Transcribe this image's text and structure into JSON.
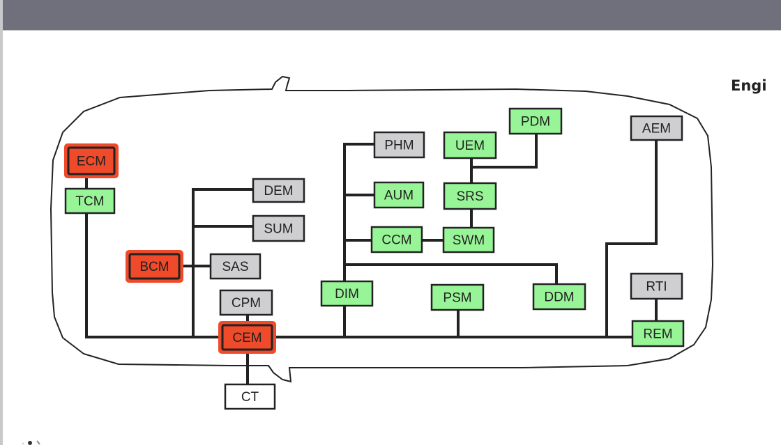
{
  "header": {
    "title": ""
  },
  "side_panel": {
    "title": "Engi"
  },
  "diagram": {
    "colors": {
      "fault": "#ef4a2a",
      "ok": "#98f597",
      "not_responding": "#cfcfd1",
      "not_installed": "#ffffff",
      "line": "#222222"
    },
    "modules": [
      {
        "id": "ECM",
        "label": "ECM",
        "status": "fault"
      },
      {
        "id": "TCM",
        "label": "TCM",
        "status": "ok"
      },
      {
        "id": "DEM",
        "label": "DEM",
        "status": "not_responding"
      },
      {
        "id": "SUM",
        "label": "SUM",
        "status": "not_responding"
      },
      {
        "id": "BCM",
        "label": "BCM",
        "status": "fault"
      },
      {
        "id": "SAS",
        "label": "SAS",
        "status": "not_responding"
      },
      {
        "id": "CPM",
        "label": "CPM",
        "status": "not_responding"
      },
      {
        "id": "CEM",
        "label": "CEM",
        "status": "fault"
      },
      {
        "id": "CT",
        "label": "CT",
        "status": "not_installed"
      },
      {
        "id": "PHM",
        "label": "PHM",
        "status": "not_responding"
      },
      {
        "id": "AUM",
        "label": "AUM",
        "status": "ok"
      },
      {
        "id": "CCM",
        "label": "CCM",
        "status": "ok"
      },
      {
        "id": "DIM",
        "label": "DIM",
        "status": "ok"
      },
      {
        "id": "UEM",
        "label": "UEM",
        "status": "ok"
      },
      {
        "id": "PDM",
        "label": "PDM",
        "status": "ok"
      },
      {
        "id": "SRS",
        "label": "SRS",
        "status": "ok"
      },
      {
        "id": "SWM",
        "label": "SWM",
        "status": "ok"
      },
      {
        "id": "PSM",
        "label": "PSM",
        "status": "ok"
      },
      {
        "id": "DDM",
        "label": "DDM",
        "status": "ok"
      },
      {
        "id": "AEM",
        "label": "AEM",
        "status": "not_responding"
      },
      {
        "id": "RTI",
        "label": "RTI",
        "status": "not_responding"
      },
      {
        "id": "REM",
        "label": "REM",
        "status": "ok"
      }
    ]
  }
}
